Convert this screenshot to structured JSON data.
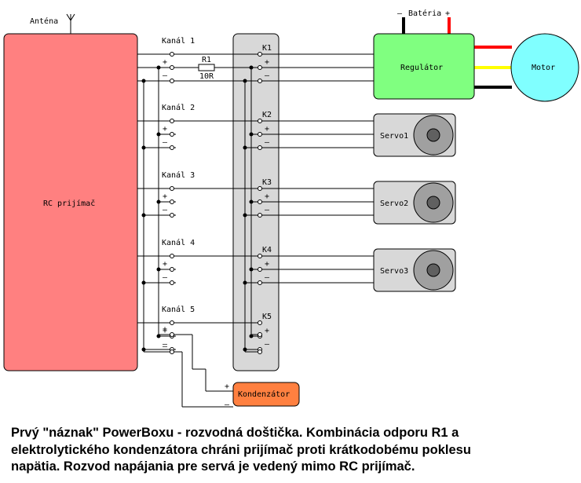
{
  "antenna_label": "Anténa",
  "receiver_label": "RC prijímač",
  "channels": [
    {
      "label": "Kanál 1"
    },
    {
      "label": "Kanál 2"
    },
    {
      "label": "Kanál 3"
    },
    {
      "label": "Kanál 4"
    },
    {
      "label": "Kanál 5"
    }
  ],
  "plus": "+",
  "minus": "–",
  "resistor": {
    "name": "R1",
    "value": "10R"
  },
  "connectors": [
    "K1",
    "K2",
    "K3",
    "K4",
    "K5"
  ],
  "battery": {
    "minus": "–",
    "label": "Batéria",
    "plus": "+"
  },
  "regulator_label": "Regulátor",
  "motor_label": "Motor",
  "servos": [
    "Servo1",
    "Servo2",
    "Servo3"
  ],
  "capacitor_label": "Kondenzátor",
  "colors": {
    "receiver": "#ff8080",
    "regulator": "#80ff80",
    "motor": "#80ffff",
    "capacitor": "#ff8040",
    "board": "#d8d8d8",
    "servo": "#d8d8d8",
    "wire_red": "#ff0000",
    "wire_yellow": "#ffff00",
    "wire_black": "#000000"
  },
  "caption": "Prvý \"náznak\" PowerBoxu - rozvodná doštička. Kombinácia odporu R1 a\nelektrolytického kondenzátora chráni prijímač proti krátkodobému poklesu\nnapätia. Rozvod napájania pre servá je vedený mimo RC prijímač."
}
